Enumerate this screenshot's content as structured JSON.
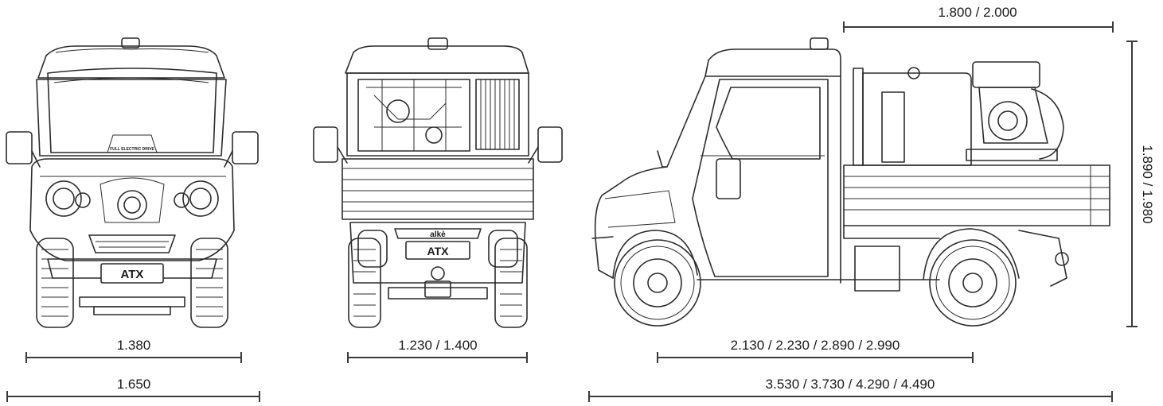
{
  "views": {
    "front": {
      "logo_text": "ATX",
      "hood_text": "FULL ELECTRIC DRIVE"
    },
    "rear": {
      "logo_text": "ATX",
      "brand_text": "alkè"
    }
  },
  "dimensions": {
    "front_track": "1.380",
    "overall_width": "1.650",
    "rear_track": "1.230 / 1.400",
    "body_length": "1.800 / 2.000",
    "height": "1.890 / 1.980",
    "wheelbase": "2.130 / 2.230 / 2.890 / 2.990",
    "overall_length": "3.530 / 3.730 / 4.290 / 4.490"
  },
  "colors": {
    "line": "#2b2b2b",
    "background": "#ffffff"
  }
}
